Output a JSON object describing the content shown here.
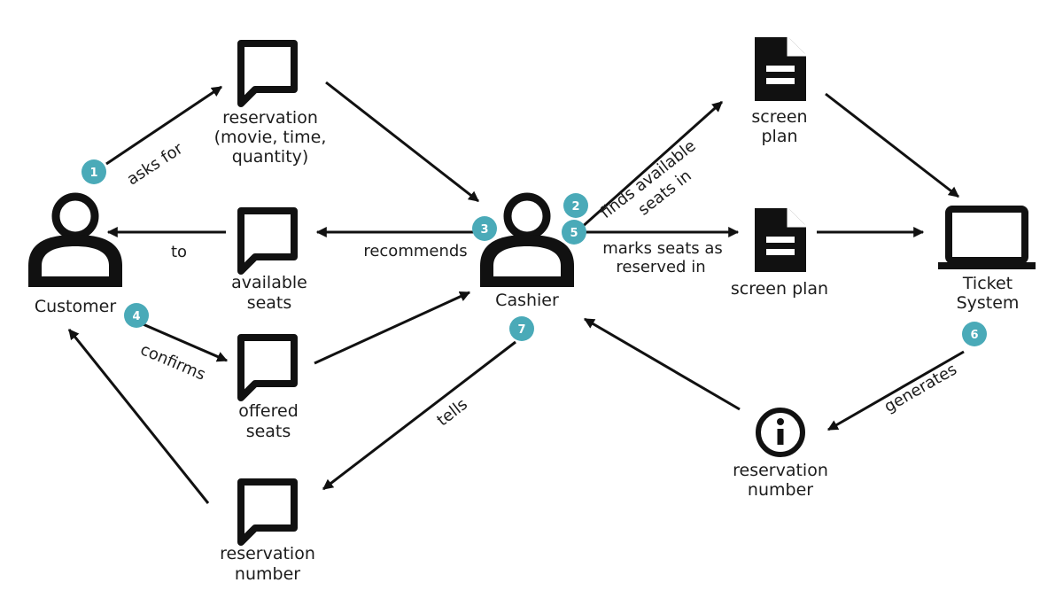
{
  "colors": {
    "ink": "#111111",
    "badge": "#4aaab8",
    "background": "#ffffff"
  },
  "nodes": {
    "customer": {
      "label": "Customer",
      "icon": "person-icon"
    },
    "cashier": {
      "label": "Cashier",
      "icon": "person-icon"
    },
    "reservation_request": {
      "lines": [
        "reservation",
        "(movie, time,",
        "quantity)"
      ],
      "icon": "speech-bubble-icon"
    },
    "available_seats": {
      "lines": [
        "available",
        "seats"
      ],
      "icon": "speech-bubble-icon"
    },
    "offered_seats": {
      "lines": [
        "offered",
        "seats"
      ],
      "icon": "speech-bubble-icon"
    },
    "reservation_number_msg": {
      "lines": [
        "reservation",
        "number"
      ],
      "icon": "speech-bubble-icon"
    },
    "screen_plan_top": {
      "lines": [
        "screen",
        "plan"
      ],
      "icon": "document-icon"
    },
    "screen_plan_mid": {
      "label": "screen plan",
      "icon": "document-icon"
    },
    "ticket_system": {
      "lines": [
        "Ticket",
        "System"
      ],
      "icon": "laptop-icon"
    },
    "reservation_number_info": {
      "lines": [
        "reservation",
        "number"
      ],
      "icon": "info-icon"
    }
  },
  "edges": {
    "asks_for": "asks for",
    "to": "to",
    "recommends": "recommends",
    "confirms": "confirms",
    "finds_line1": "finds available",
    "finds_line2": "seats in",
    "marks_line1": "marks seats as",
    "marks_line2": "reserved  in",
    "tells": "tells",
    "generates": "generates"
  },
  "steps": [
    "1",
    "2",
    "3",
    "4",
    "5",
    "6",
    "7"
  ]
}
